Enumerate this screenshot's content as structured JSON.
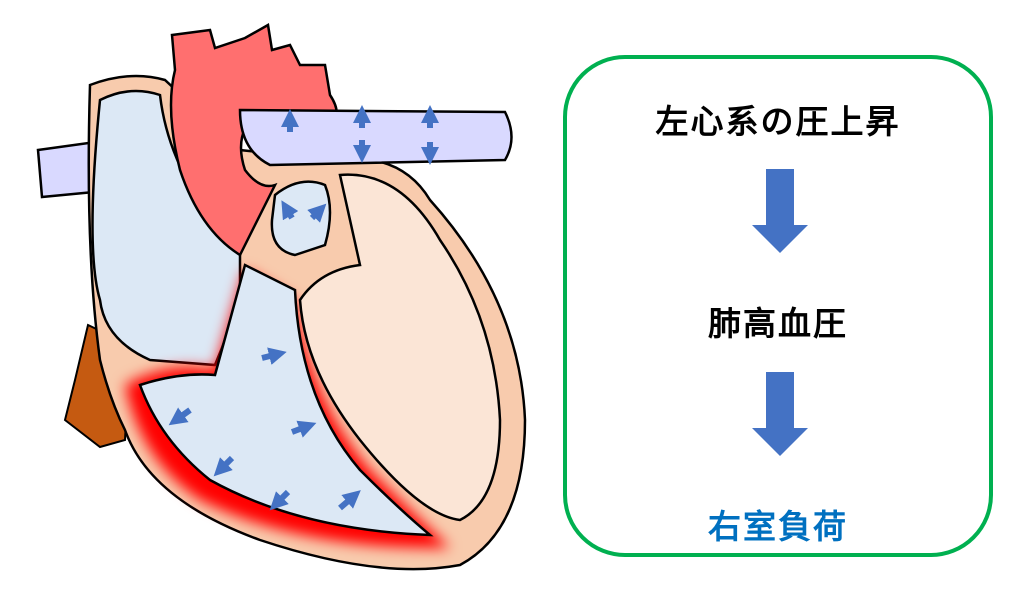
{
  "flow": {
    "steps": [
      "左心系の圧上昇",
      "肺高血圧",
      "右室負荷"
    ],
    "highlight_color": "#0070C0",
    "arrow_color": "#4472C4",
    "border_color": "#00B050"
  },
  "heart": {
    "pressure_arrow_color": "#4472C4",
    "overload_color": "#FF0000"
  }
}
